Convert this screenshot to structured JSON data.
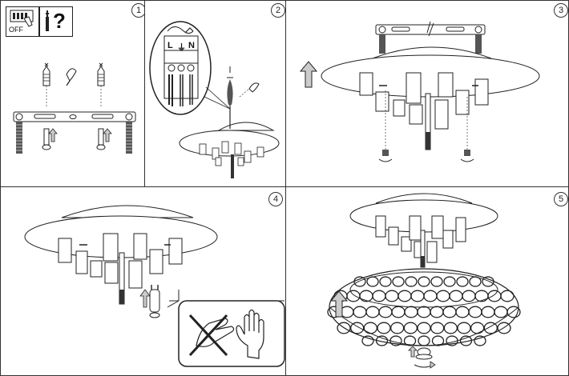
{
  "steps": [
    {
      "number": "1"
    },
    {
      "number": "2"
    },
    {
      "number": "3"
    },
    {
      "number": "4"
    },
    {
      "number": "5"
    }
  ],
  "warning": {
    "power_label": "OFF",
    "tools_label": "?"
  },
  "wiring": {
    "live": "L",
    "neutral": "N",
    "earth": "⏚"
  },
  "icons": [
    "switch-off-icon",
    "tools-icon",
    "earth-symbol-icon",
    "up-arrow-icon",
    "rotate-arrow-icon",
    "bare-hand-icon",
    "gloved-hand-icon",
    "cross-out-icon"
  ],
  "colors": {
    "line": "#222222",
    "fill": "#ffffff",
    "arrow_fill": "#cccccc",
    "rod_dark": "#333333"
  }
}
